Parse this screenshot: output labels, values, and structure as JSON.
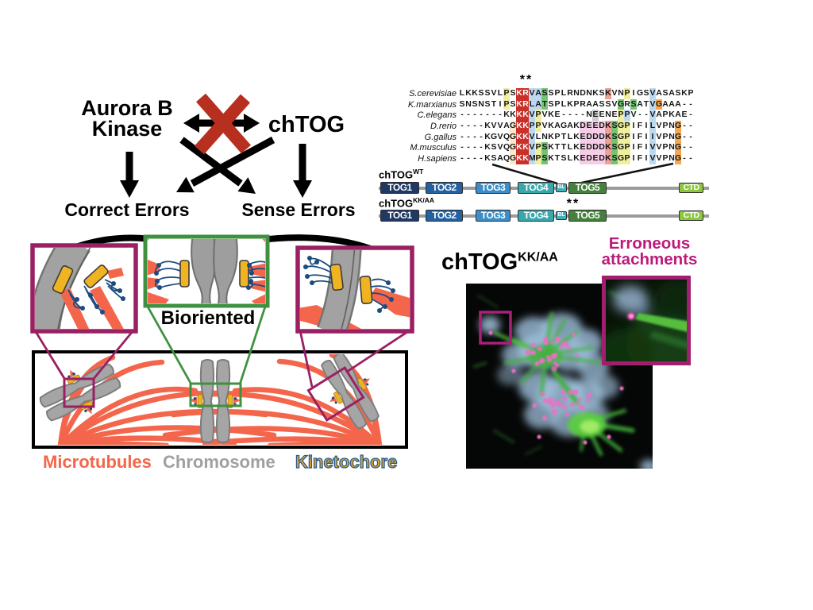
{
  "pathway": {
    "aurora_line1": "Aurora B",
    "aurora_line2": "Kinase",
    "chtog": "chTOG",
    "correct_errors": "Correct Errors",
    "sense_errors": "Sense Errors",
    "blocked_interaction_color": "#b7301f"
  },
  "insets": {
    "bioriented": "Bioriented",
    "error_box_color": "#9a2063",
    "bioriented_box_color": "#3f9140"
  },
  "legend": {
    "microtubules": {
      "label": "Microtubules",
      "color": "#f4664b"
    },
    "chromosome": {
      "label": "Chromosome",
      "color": "#a0a0a0"
    },
    "kinetochore": {
      "label": "Kinetochore",
      "color": "#e9a61f",
      "outline_color": "#2b5d8f"
    }
  },
  "alignment": {
    "marker": "**",
    "palette": {
      "R": "#cb3028",
      "s": "#f2a094",
      "p": "#f5cde6",
      "b": "#bdd9f0",
      "g": "#74c472",
      "y": "#efef9e",
      "o": "#f4a853",
      "c": "#fbe7cf",
      "x": "#cdcdcd"
    },
    "rows": [
      {
        "species": "S.cerevisiae",
        "seq": "LKKSSVLPSKRVASSPLRNDNKSKVNPIGSVASASKP",
        "colors": ".......y.RRbbg.........s..y...b......"
      },
      {
        "species": "K.marxianus",
        "seq": "SNSNSTIPSKRLATSPLKPRAASSVGRSATVGAAA--",
        "colors": ".......y.RRbbg...........g.g..bo....."
      },
      {
        "species": "C.elegans",
        "seq": "-------KKKKVPVKE----NEENEPPV--VAPKAE-",
        "colors": ".........RRby........x...yb...b......"
      },
      {
        "species": "D.rerio",
        "seq": "----KVVAGKKPPVKAGAKDEEDKSGPIFILVPNG--",
        "colors": "........cRRby......ppppsgyy...b...o.."
      },
      {
        "species": "G.gallus",
        "seq": "----KGVQGKKVLNKPTLKEDDDKSGPIFIIVPNG--",
        "colors": "........cRRb.......ppppsgyy...b...o.."
      },
      {
        "species": "M.musculus",
        "seq": "----KSVQGKKVPSKTTLKEDDDKSGPIFIVVPNG--",
        "colors": "........cRRbyg.....ppppsgyy...b...o.."
      },
      {
        "species": "H.sapiens",
        "seq": "----KSAQGKKMPSKTSLKEDEDKSGPIFIVVPNG--",
        "colors": "........cRRbyg.....ppppsgyy...b...o.."
      }
    ]
  },
  "domain_maps": {
    "wt": {
      "name": "chTOG",
      "sup": "WT"
    },
    "kkaa": {
      "name": "chTOG",
      "sup": "KK/AA",
      "marker": "**"
    },
    "line_color": "#9b9b9b",
    "domains": [
      {
        "label": "TOG1",
        "color": "#1f3864"
      },
      {
        "label": "TOG2",
        "color": "#2361a0"
      },
      {
        "label": "TOG3",
        "color": "#3b8ec9"
      },
      {
        "label": "TOG4",
        "color": "#38a8ad"
      },
      {
        "label": "BL",
        "color": "#3fb3bc"
      },
      {
        "label": "TOG5",
        "color": "#45813c"
      },
      {
        "label": "CTD",
        "color": "#8dc63f"
      }
    ]
  },
  "micrograph": {
    "title": "chTOG",
    "title_sup": "KK/AA",
    "annotation_line1": "Erroneous",
    "annotation_line2": "attachments",
    "annotation_color": "#bc1a7a",
    "box_color": "#a8207a"
  }
}
